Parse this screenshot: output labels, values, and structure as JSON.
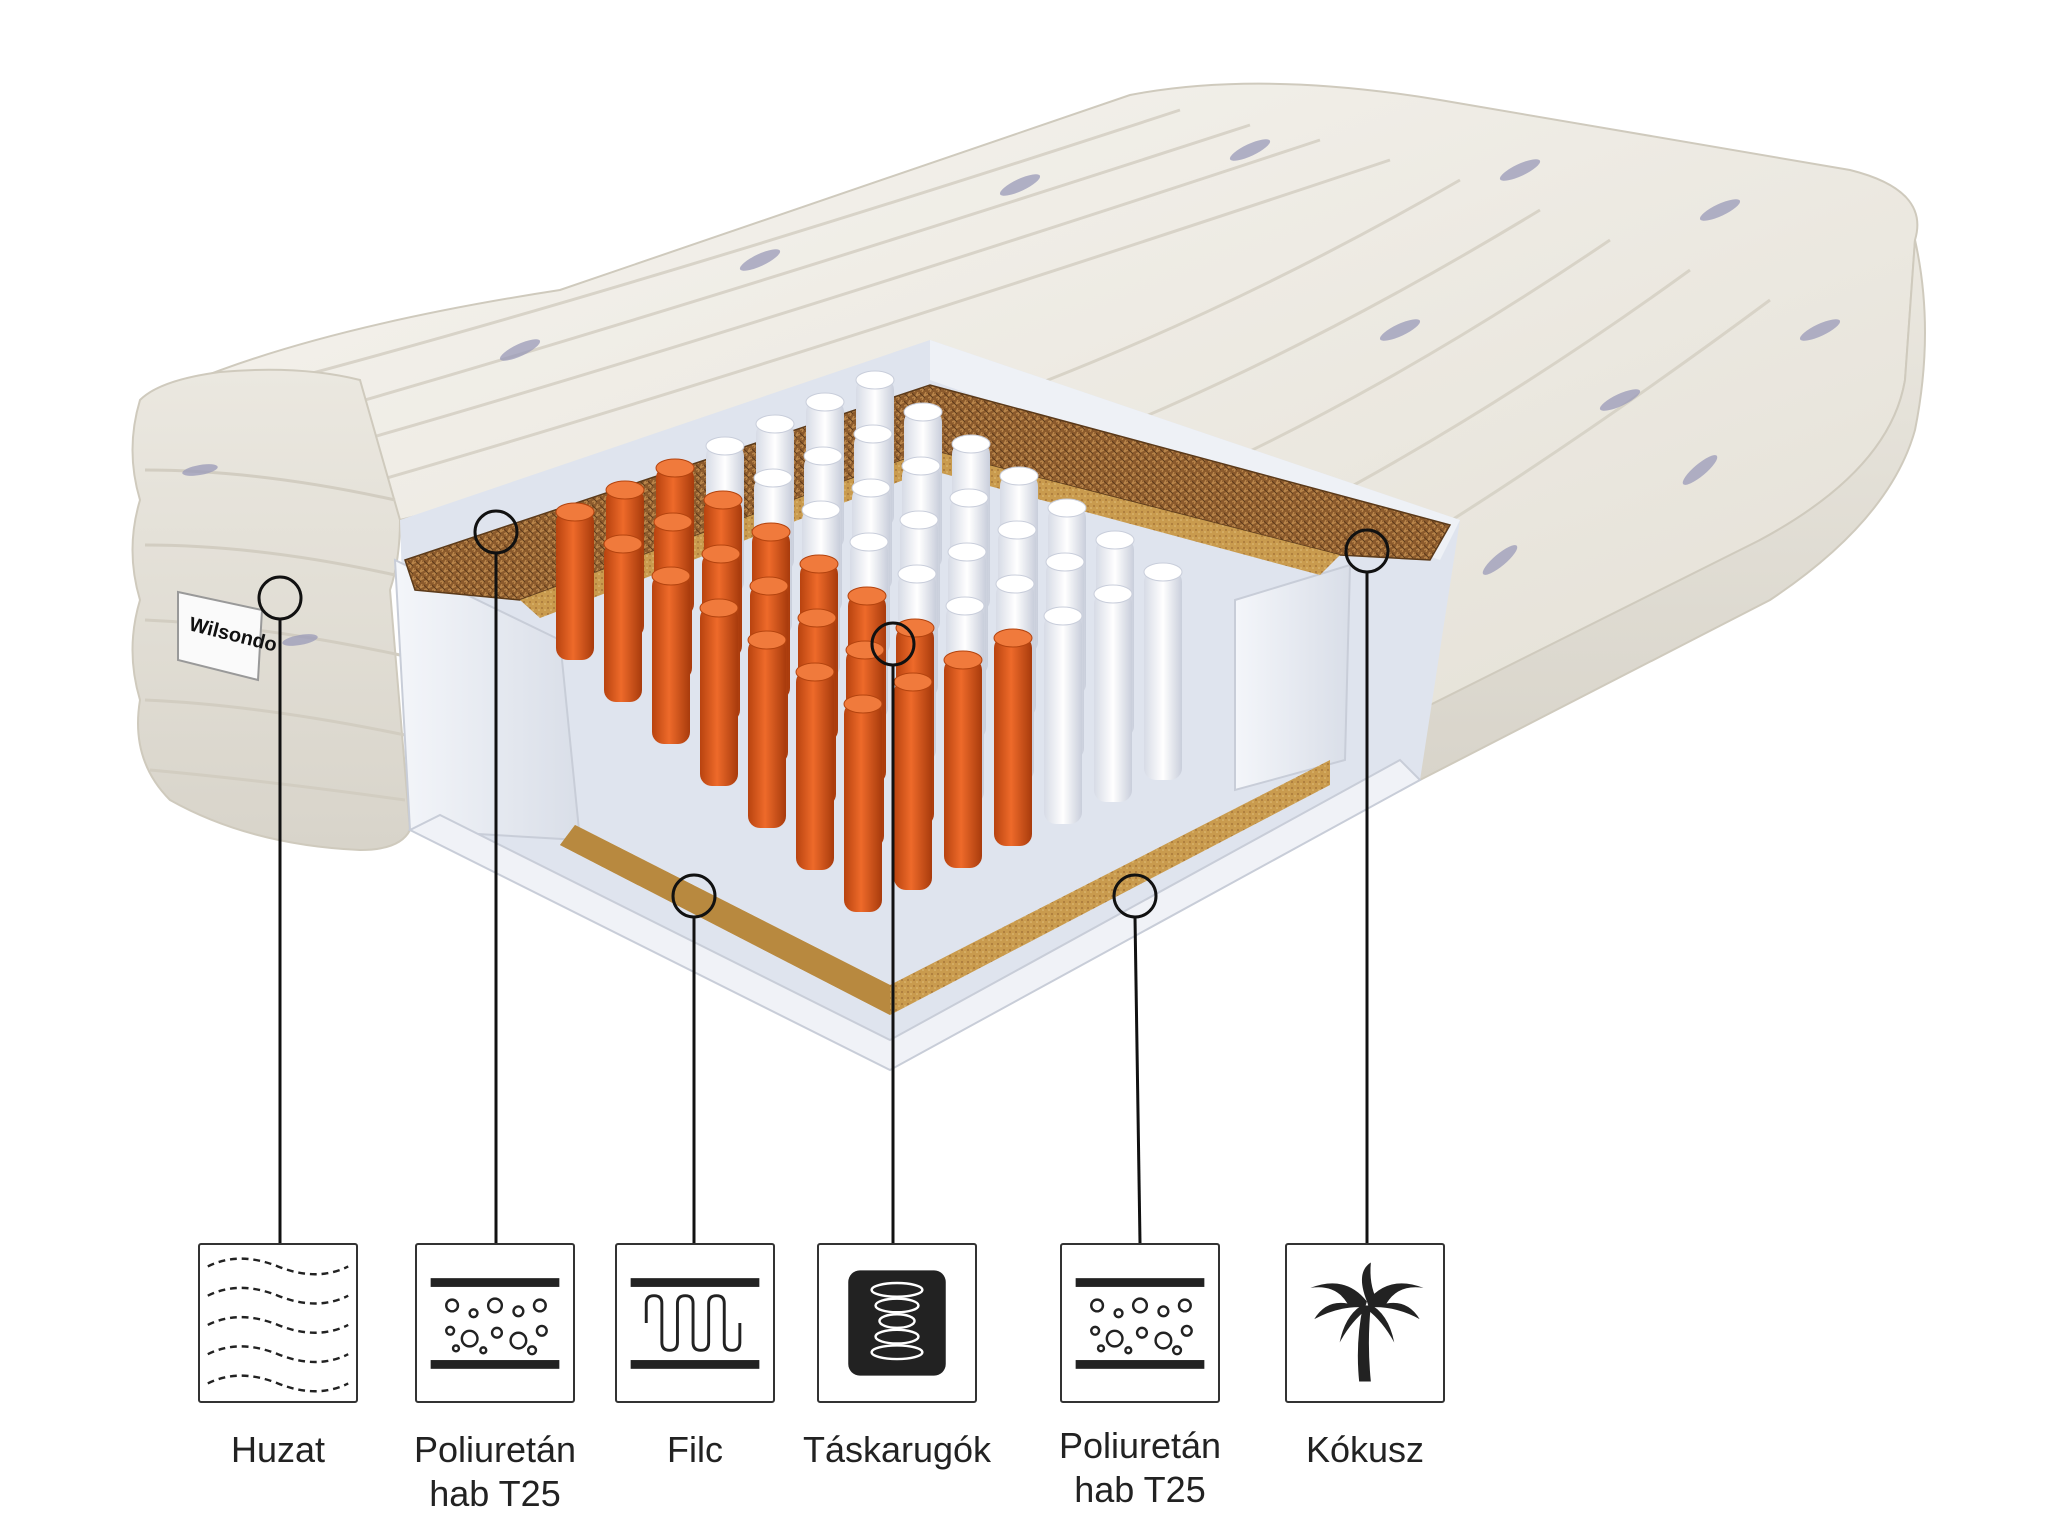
{
  "brand_tag": "Wilsondo",
  "cover_print": "lavender",
  "layers": [
    {
      "label": "Huzat",
      "icon": "wavy-fabric-icon"
    },
    {
      "label": "Poliuretán\nhab T25",
      "icon": "foam-bubbles-icon"
    },
    {
      "label": "Filc",
      "icon": "felt-wave-icon"
    },
    {
      "label": "Táskarugók",
      "icon": "pocket-spring-icon"
    },
    {
      "label": "Poliuretán\nhab T25",
      "icon": "foam-bubbles-icon"
    },
    {
      "label": "Kókusz",
      "icon": "palm-tree-icon"
    }
  ],
  "colors": {
    "cover": "#eeebe3",
    "foam": "#e8ecf3",
    "coconut": "#8a5a2b",
    "felt": "#c79a4a",
    "spring_orange": "#d9581e",
    "spring_white": "#f3f5fa"
  }
}
